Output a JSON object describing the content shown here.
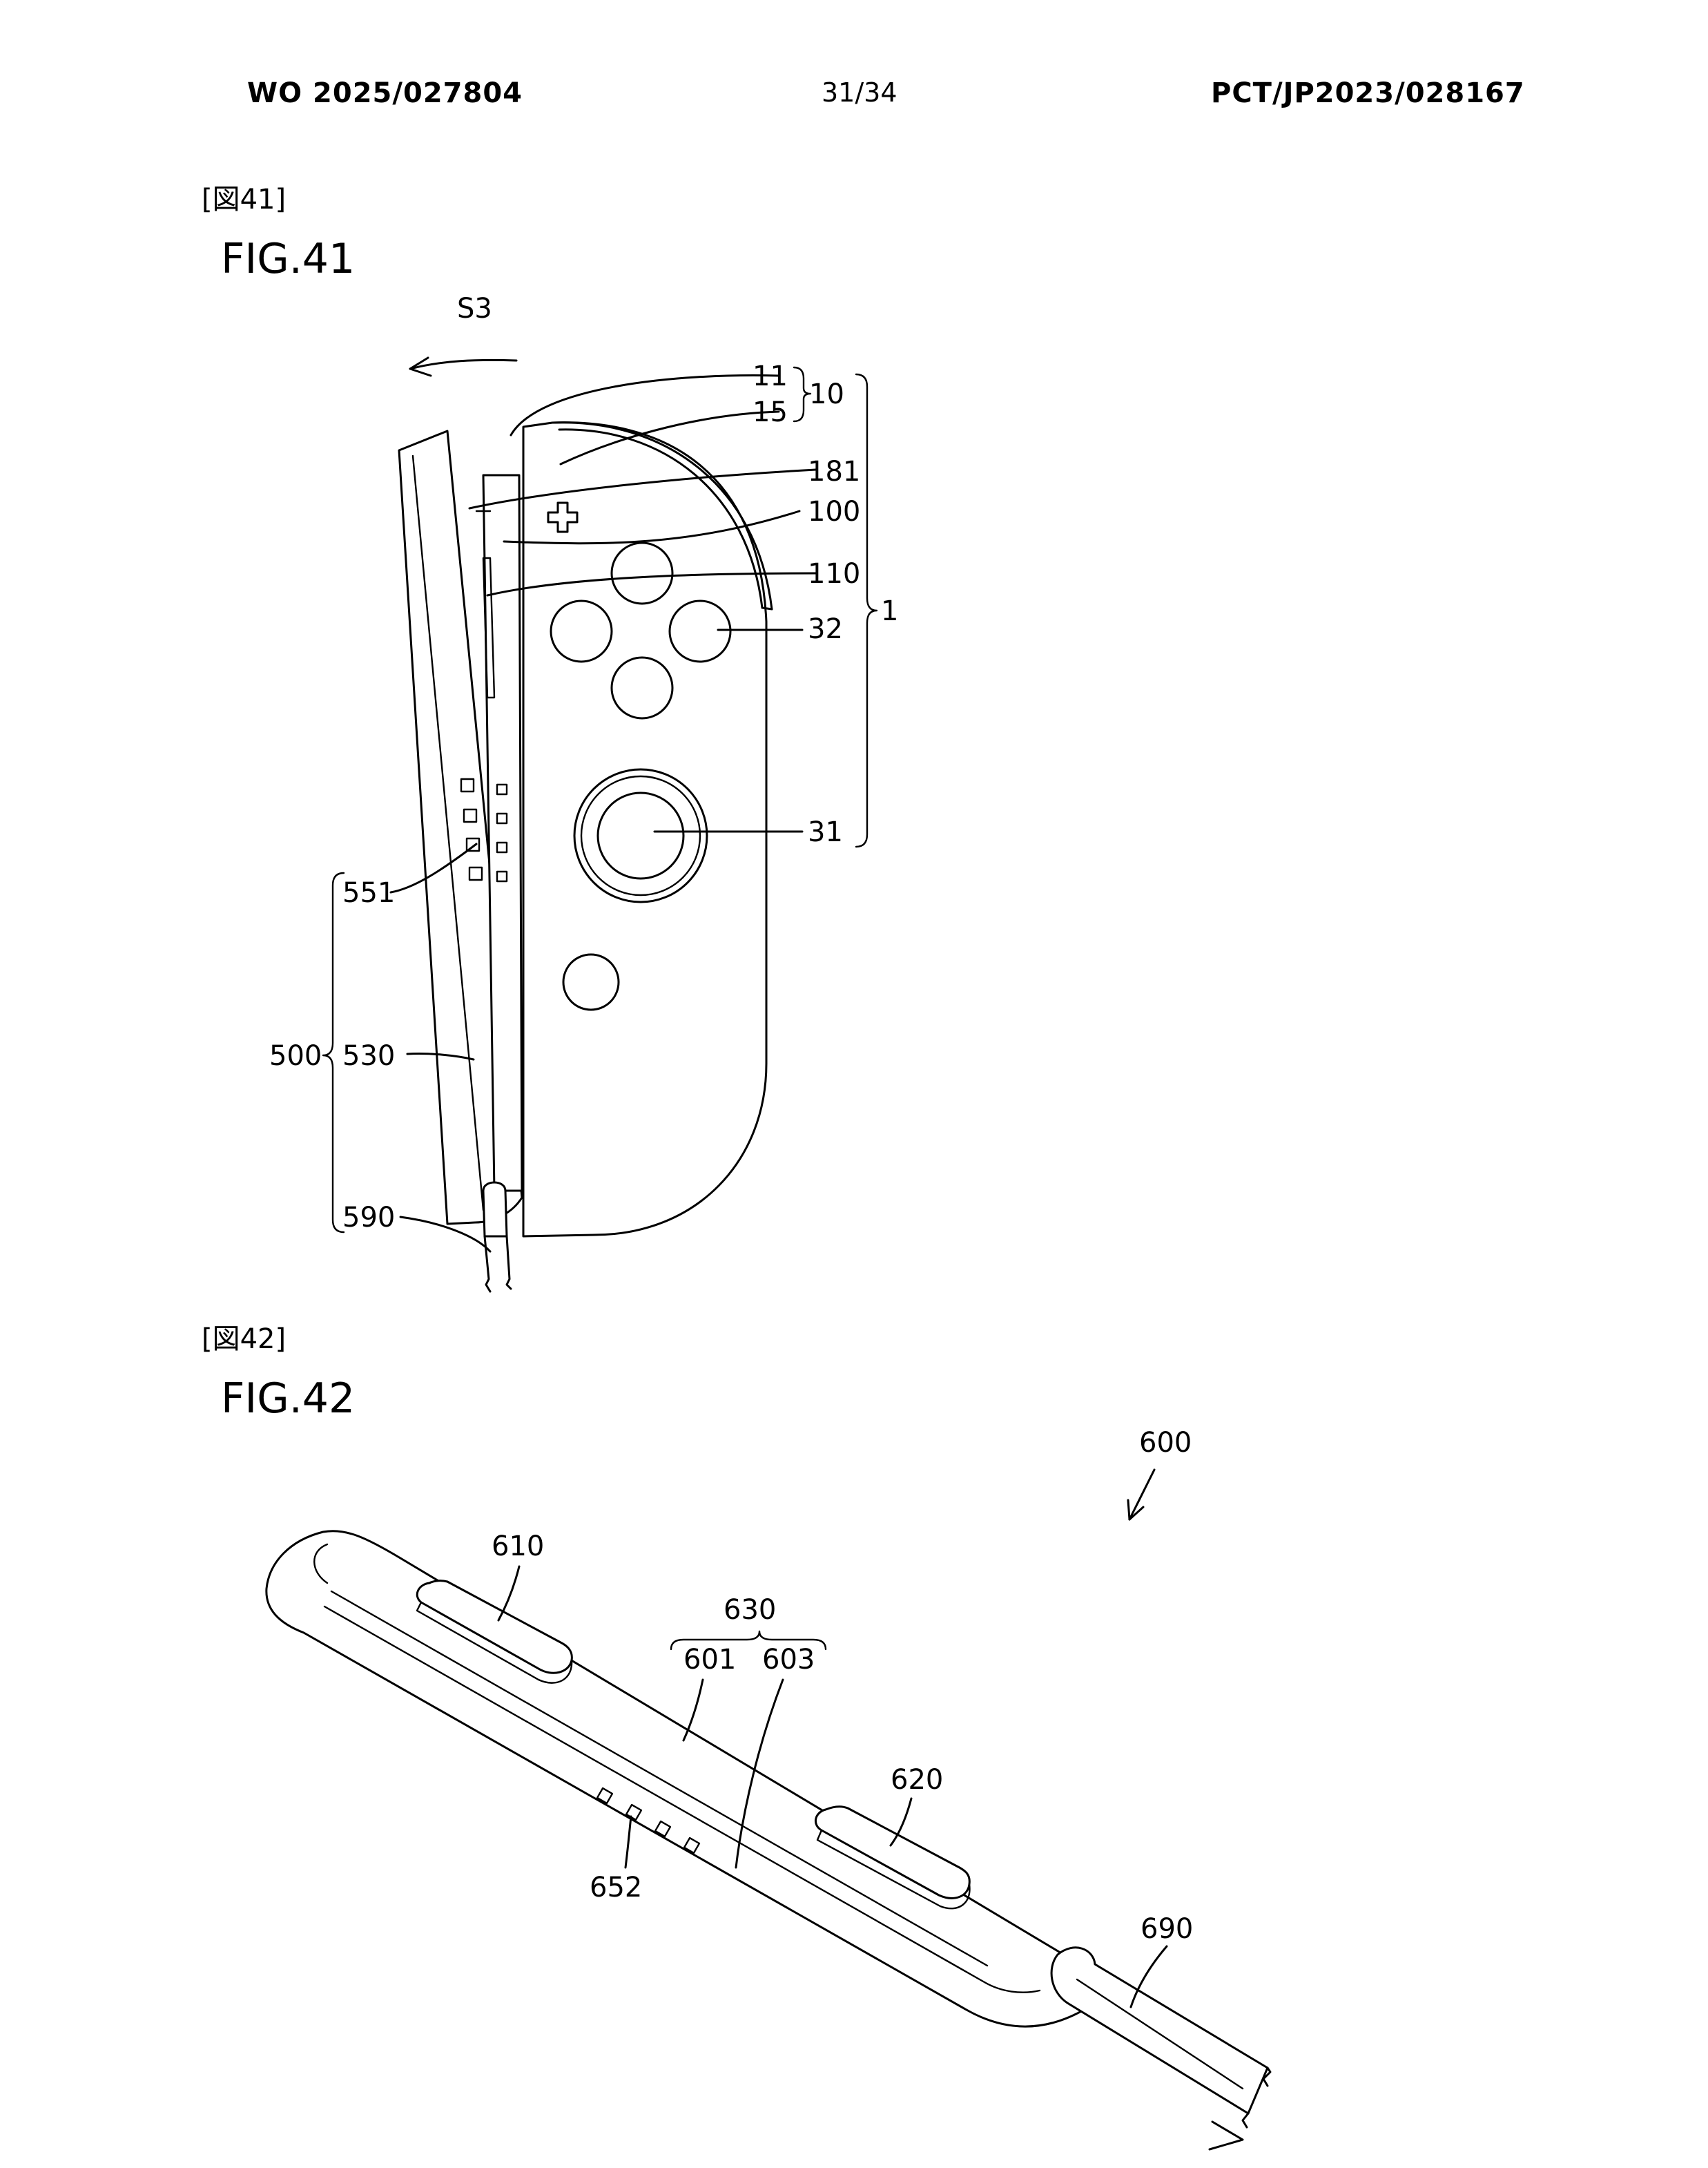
{
  "header": {
    "pub_number": "WO 2025/027804",
    "page": "31/34",
    "app_number": "PCT/JP2023/028167"
  },
  "fig41": {
    "tag": "[図41]",
    "title": "FIG.41",
    "labels": {
      "s3": "S3",
      "l11": "11",
      "l15": "15",
      "l10": "10",
      "l181": "181",
      "l100": "100",
      "l110": "110",
      "l32": "32",
      "l1": "1",
      "l31": "31",
      "l551": "551",
      "l500": "500",
      "l530": "530",
      "l590": "590"
    }
  },
  "fig42": {
    "tag": "[図42]",
    "title": "FIG.42",
    "labels": {
      "l600": "600",
      "l610": "610",
      "l630": "630",
      "l601": "601",
      "l603": "603",
      "l620": "620",
      "l652": "652",
      "l690": "690"
    }
  }
}
